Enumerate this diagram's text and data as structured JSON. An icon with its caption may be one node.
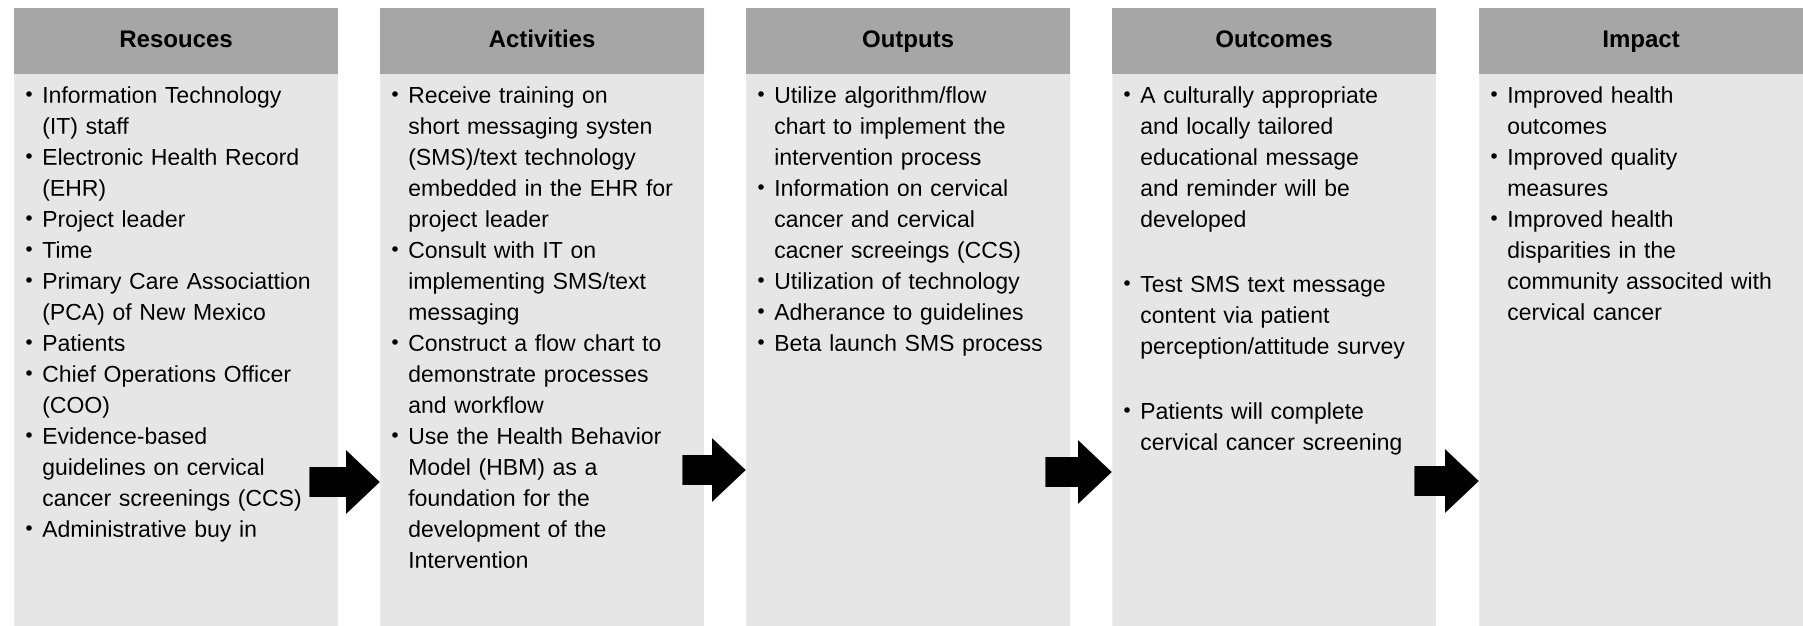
{
  "diagram": {
    "nodes": [
      {
        "text": [
          "Resouces",
          "Information Technology (IT) staff",
          "Electronic Health Record (EHR)",
          "Project leader",
          "Time",
          "Primary Care Associattion (PCA) of New Mexico",
          "Patients",
          "Chief Operations Officer (COO)",
          "Evidence-based guidelines on cervical cancer screenings (CCS)",
          "Administrative buy in"
        ]
      },
      {
        "text": [
          "Activities",
          "Receive training on  short messaging systen (SMS)/text technology embedded in the EHR for project leader",
          "Consult with IT on implementing SMS/text messaging",
          "Construct a flow chart to demonstrate processes and workflow",
          "Use the Health Behavior Model (HBM) as a foundation for the development of the Intervention"
        ]
      },
      {
        "text": [
          "Outputs",
          "Utilize algorithm/flow chart to implement the intervention process",
          "Information on cervical cancer and cervical cacner screeings (CCS)",
          "Utilization of technology",
          "Adherance to guidelines",
          "Beta launch SMS process"
        ]
      },
      {
        "text": [
          "Outcomes",
          "A culturally appropriate and locally tailored educational message and reminder will be developed",
          "Test SMS text message content via patient perception/attitude survey",
          "Patients will complete cervical cancer screening"
        ]
      },
      {
        "text": [
          "Impact",
          "Improved health outcomes",
          "Improved quality measures",
          "Improved health disparities in the community associted with cervical cancer"
        ]
      }
    ],
    "edges": [
      {
        "from": 0,
        "to": 1,
        "arrow": "to"
      },
      {
        "from": 1,
        "to": 2,
        "arrow": "to"
      },
      {
        "from": 2,
        "to": 3,
        "arrow": "to"
      },
      {
        "from": 3,
        "to": 4,
        "arrow": "to"
      }
    ]
  }
}
